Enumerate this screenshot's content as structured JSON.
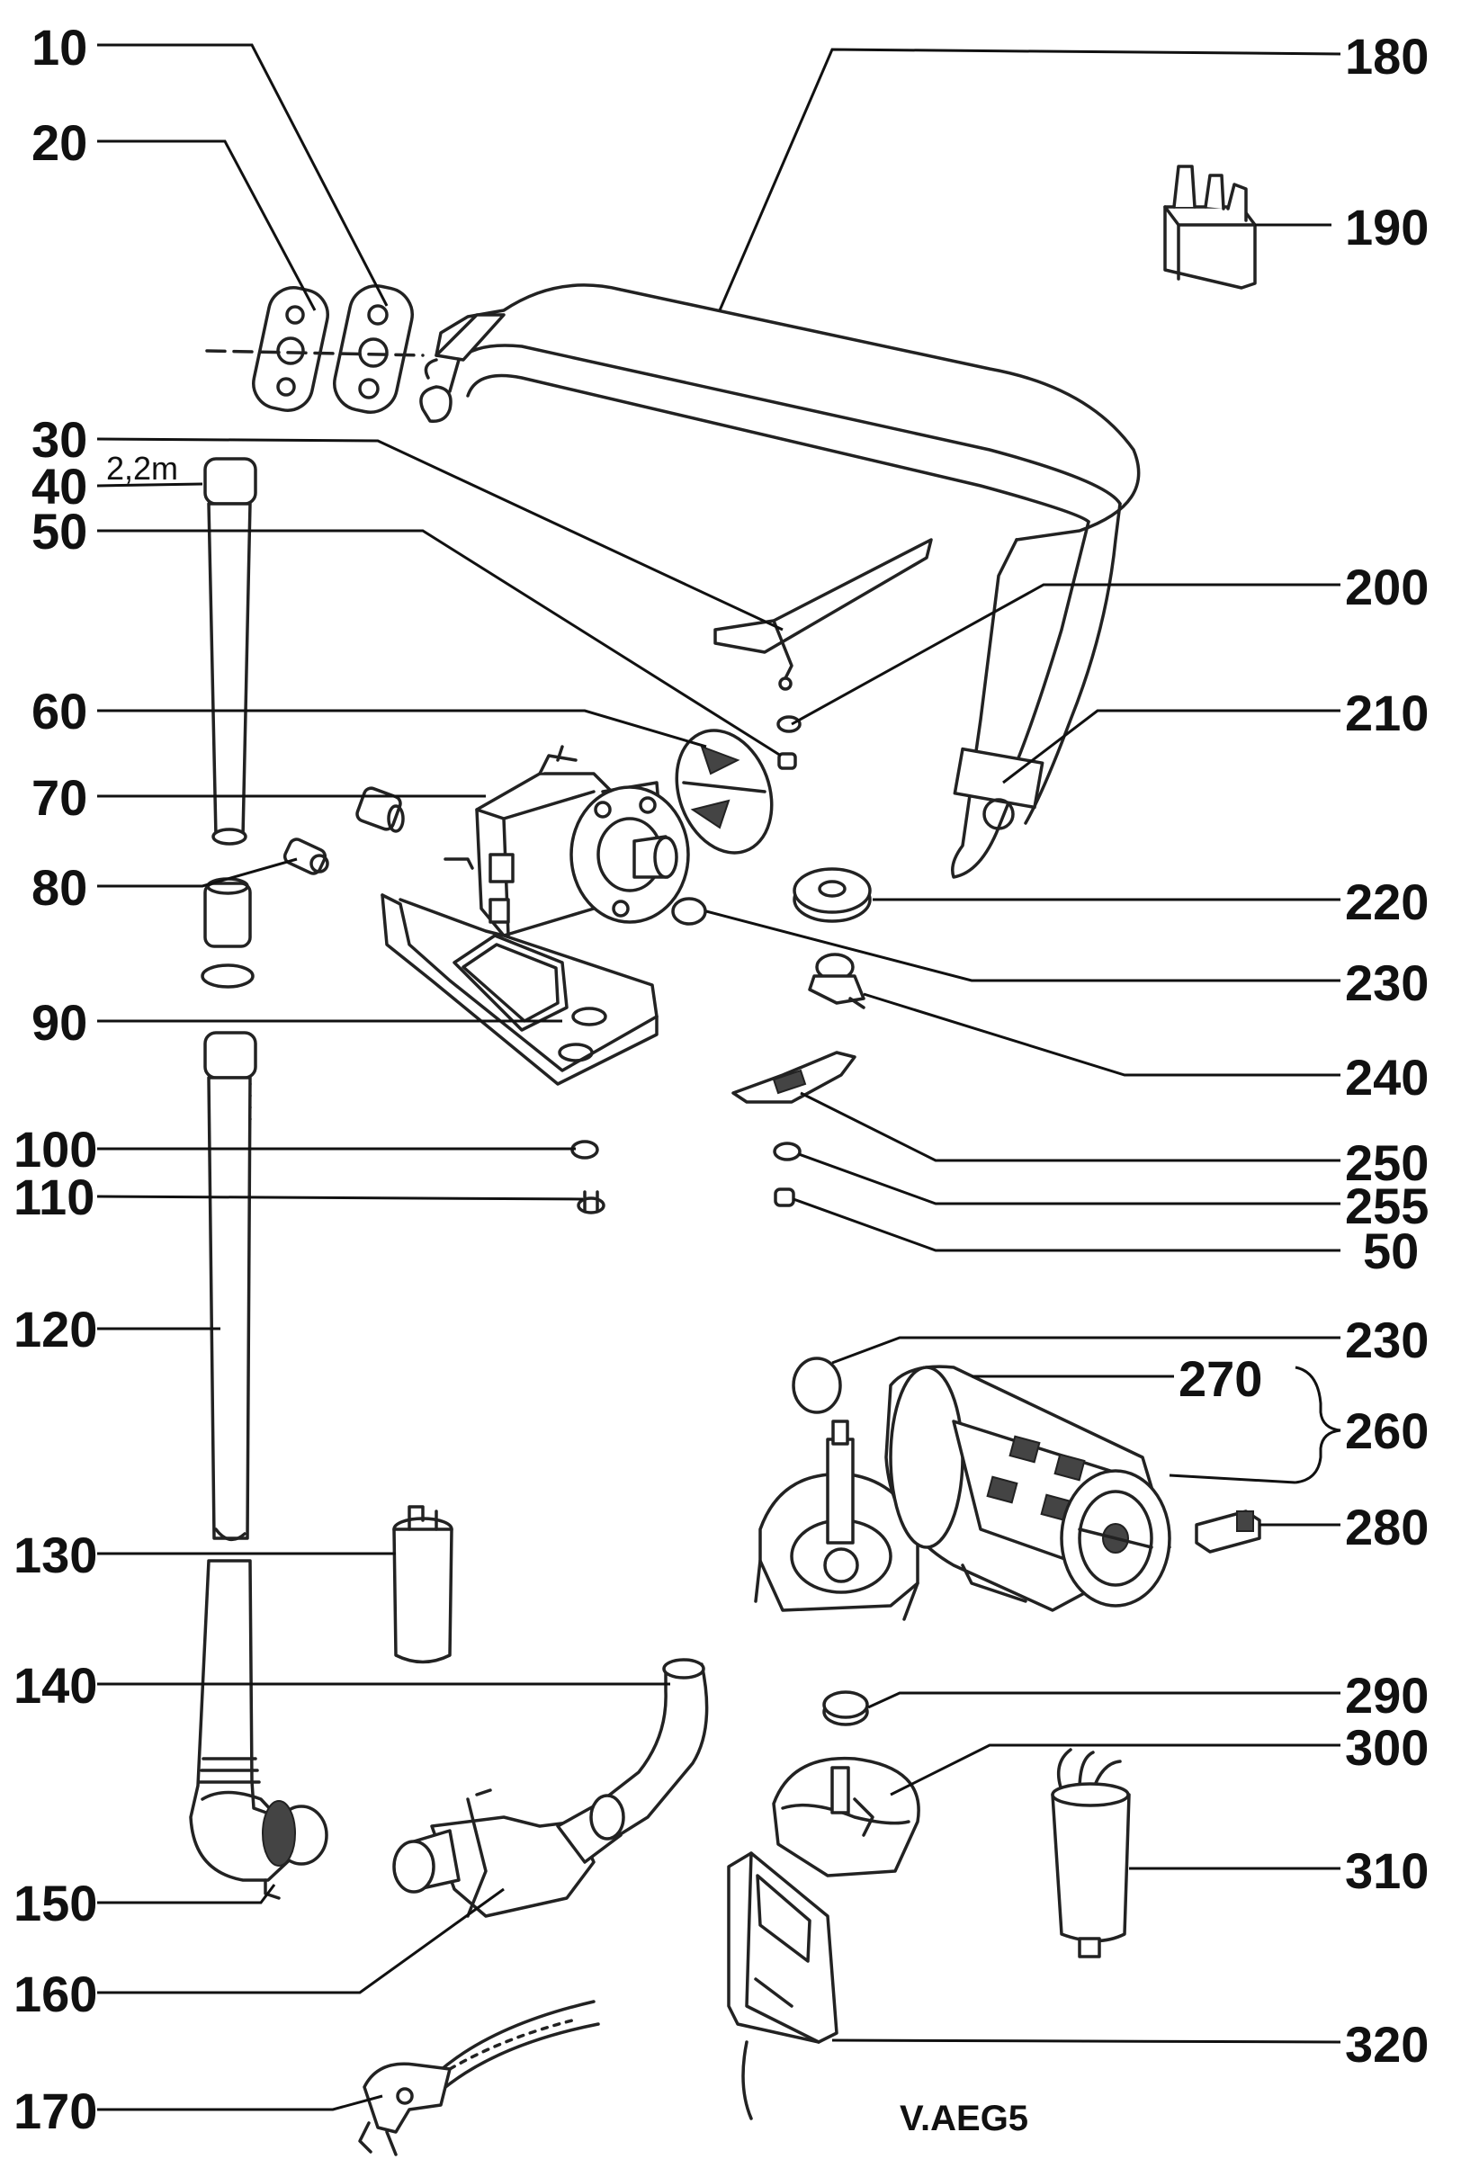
{
  "labels_left": [
    "10",
    "20",
    "30",
    "40",
    "50",
    "60",
    "70",
    "80",
    "90",
    "100",
    "110",
    "120",
    "130",
    "140",
    "150",
    "160",
    "170"
  ],
  "labels_right": [
    "180",
    "190",
    "200",
    "210",
    "220",
    "230",
    "240",
    "250",
    "255",
    "50",
    "230",
    "270",
    "260",
    "280",
    "290",
    "300",
    "310",
    "320"
  ],
  "length_note": "2,2m",
  "drawing_code": "V.AEG5"
}
